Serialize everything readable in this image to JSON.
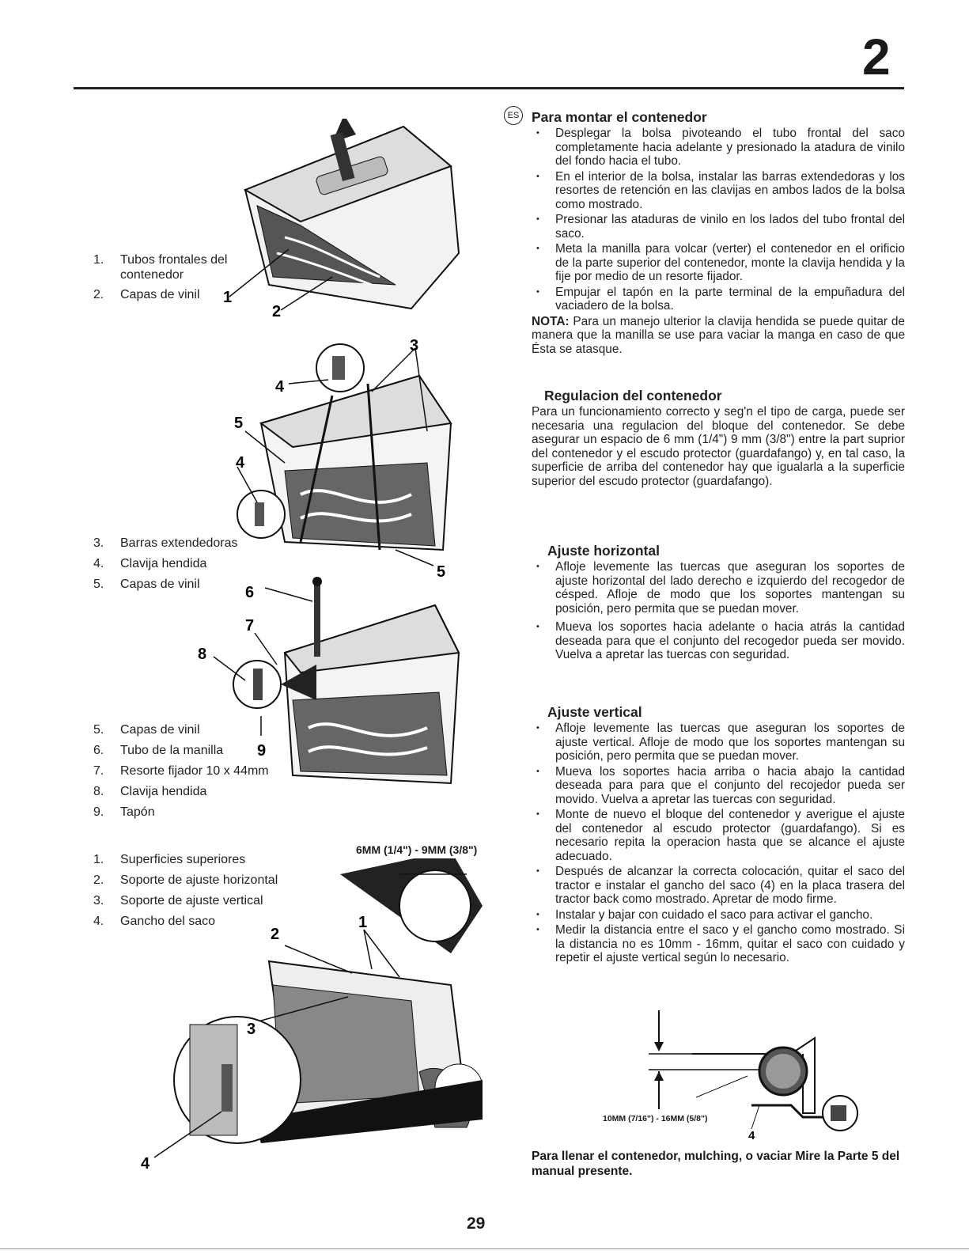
{
  "chapter_number": "2",
  "page_number": "29",
  "language_badge": "ES",
  "legend_a": [
    {
      "num": "1.",
      "text": "Tubos frontales del",
      "cont": "contenedor"
    },
    {
      "num": "2.",
      "text": "Capas de vinil"
    }
  ],
  "legend_b": [
    {
      "num": "3.",
      "text": "Barras extendedoras"
    },
    {
      "num": "4.",
      "text": "Clavija hendida"
    },
    {
      "num": "5.",
      "text": "Capas de vinil"
    }
  ],
  "legend_c": [
    {
      "num": "5.",
      "text": "Capas de vinil"
    },
    {
      "num": "6.",
      "text": "Tubo de la manilla"
    },
    {
      "num": "7.",
      "text": "Resorte fijador 10 x 44mm"
    },
    {
      "num": "8.",
      "text": "Clavija hendida"
    },
    {
      "num": "9.",
      "text": "Tapón"
    }
  ],
  "legend_d": [
    {
      "num": "1.",
      "text": "Superficies superiores"
    },
    {
      "num": "2.",
      "text": "Soporte de ajuste horizontal"
    },
    {
      "num": "3.",
      "text": "Soporte de ajuste vertical"
    },
    {
      "num": "4.",
      "text": "Gancho del saco"
    }
  ],
  "callouts": {
    "fig1": [
      "1",
      "2"
    ],
    "fig2": [
      "3",
      "4",
      "5",
      "4",
      "5"
    ],
    "fig3": [
      "6",
      "7",
      "8",
      "9"
    ],
    "fig4": [
      "1",
      "2",
      "3",
      "4"
    ],
    "fig5": [
      "4"
    ]
  },
  "fig4_dimension": "6MM (1/4\") - 9MM (3/8\")",
  "fig5_dimension": "10MM (7/16\") - 16MM (5/8\")",
  "sections": {
    "montar": {
      "title": "Para montar el contenedor",
      "items": [
        "Desplegar la bolsa pivoteando el tubo frontal del saco completamente hacia adelante y presionado la atadura de vinilo del fondo hacia el tubo.",
        "En el interior de la bolsa, instalar las barras extendedoras y los resortes de retención en las clavijas en ambos lados de la bolsa como mostrado.",
        "Presionar las ataduras de vinilo en los lados del tubo frontal del saco.",
        "Meta la manilla para volcar (verter) el contenedor en el orificio de la parte superior del contenedor, monte la clavija hendida y la fije por medio de un resorte fijador.",
        "Empujar el tapón en la parte terminal de la empuñadura del vaciadero de la bolsa."
      ],
      "note_label": "NOTA:",
      "note_text": "Para un manejo ulterior la clavija hendida se puede quitar de manera que la manilla se use para vaciar la manga en caso de que Ésta se atasque."
    },
    "regulacion": {
      "title": "Regulacion del contenedor",
      "text": "Para un funcionamiento correcto y seg'n el tipo de carga, puede ser necesaria una regulacion del bloque del contenedor. Se debe asegurar un espacio de 6 mm (1/4\") 9 mm (3/8\") entre la part suprior del contenedor y el escudo protector (guardafango) y, en tal caso, la superficie de arriba del contenedor hay que igualarla a la superficie superior del escudo protector (guardafango)."
    },
    "horizontal": {
      "title": "Ajuste horizontal",
      "items": [
        "Afloje levemente las tuercas que aseguran los soportes de ajuste horizontal del lado derecho e izquierdo del recogedor de césped. Afloje de modo que los soportes mantengan su posición, pero permita que se puedan mover.",
        "Mueva los soportes hacia adelante o hacia atrás la cantidad deseada para que el conjunto del recogedor pueda ser movido. Vuelva a apretar las tuercas con seguridad."
      ]
    },
    "vertical": {
      "title": "Ajuste vertical",
      "items": [
        "Afloje levemente las tuercas que aseguran los soportes de ajuste vertical. Afloje de modo que los soportes mantengan su posición, pero permita que se puedan mover.",
        "Mueva los soportes hacia arriba o hacia abajo la cantidad deseada para para que el conjunto del recojedor pueda ser movido. Vuelva a apretar las tuercas con seguridad.",
        "Monte de nuevo el bloque del contenedor y averigue el ajuste del contenedor al escudo protector (guardafango). Si es necesario repita la operacion hasta que se alcance el ajuste adecuado.",
        "Después de alcanzar la correcta colocación, quitar el saco del tractor e instalar el gancho del saco (4) en la placa trasera del tractor back como mostrado. Apretar de modo firme.",
        "Instalar y bajar con cuidado el saco para activar el gancho.",
        "Medir la distancia entre el saco y el gancho como mostrado. Si la distancia no es 10mm - 16mm, quitar el saco con cuidado y repetir el ajuste vertical según lo necesario."
      ]
    }
  },
  "final_note": "Para llenar el contenedor, mulching, o vaciar Mire la Parte 5 del manual presente."
}
